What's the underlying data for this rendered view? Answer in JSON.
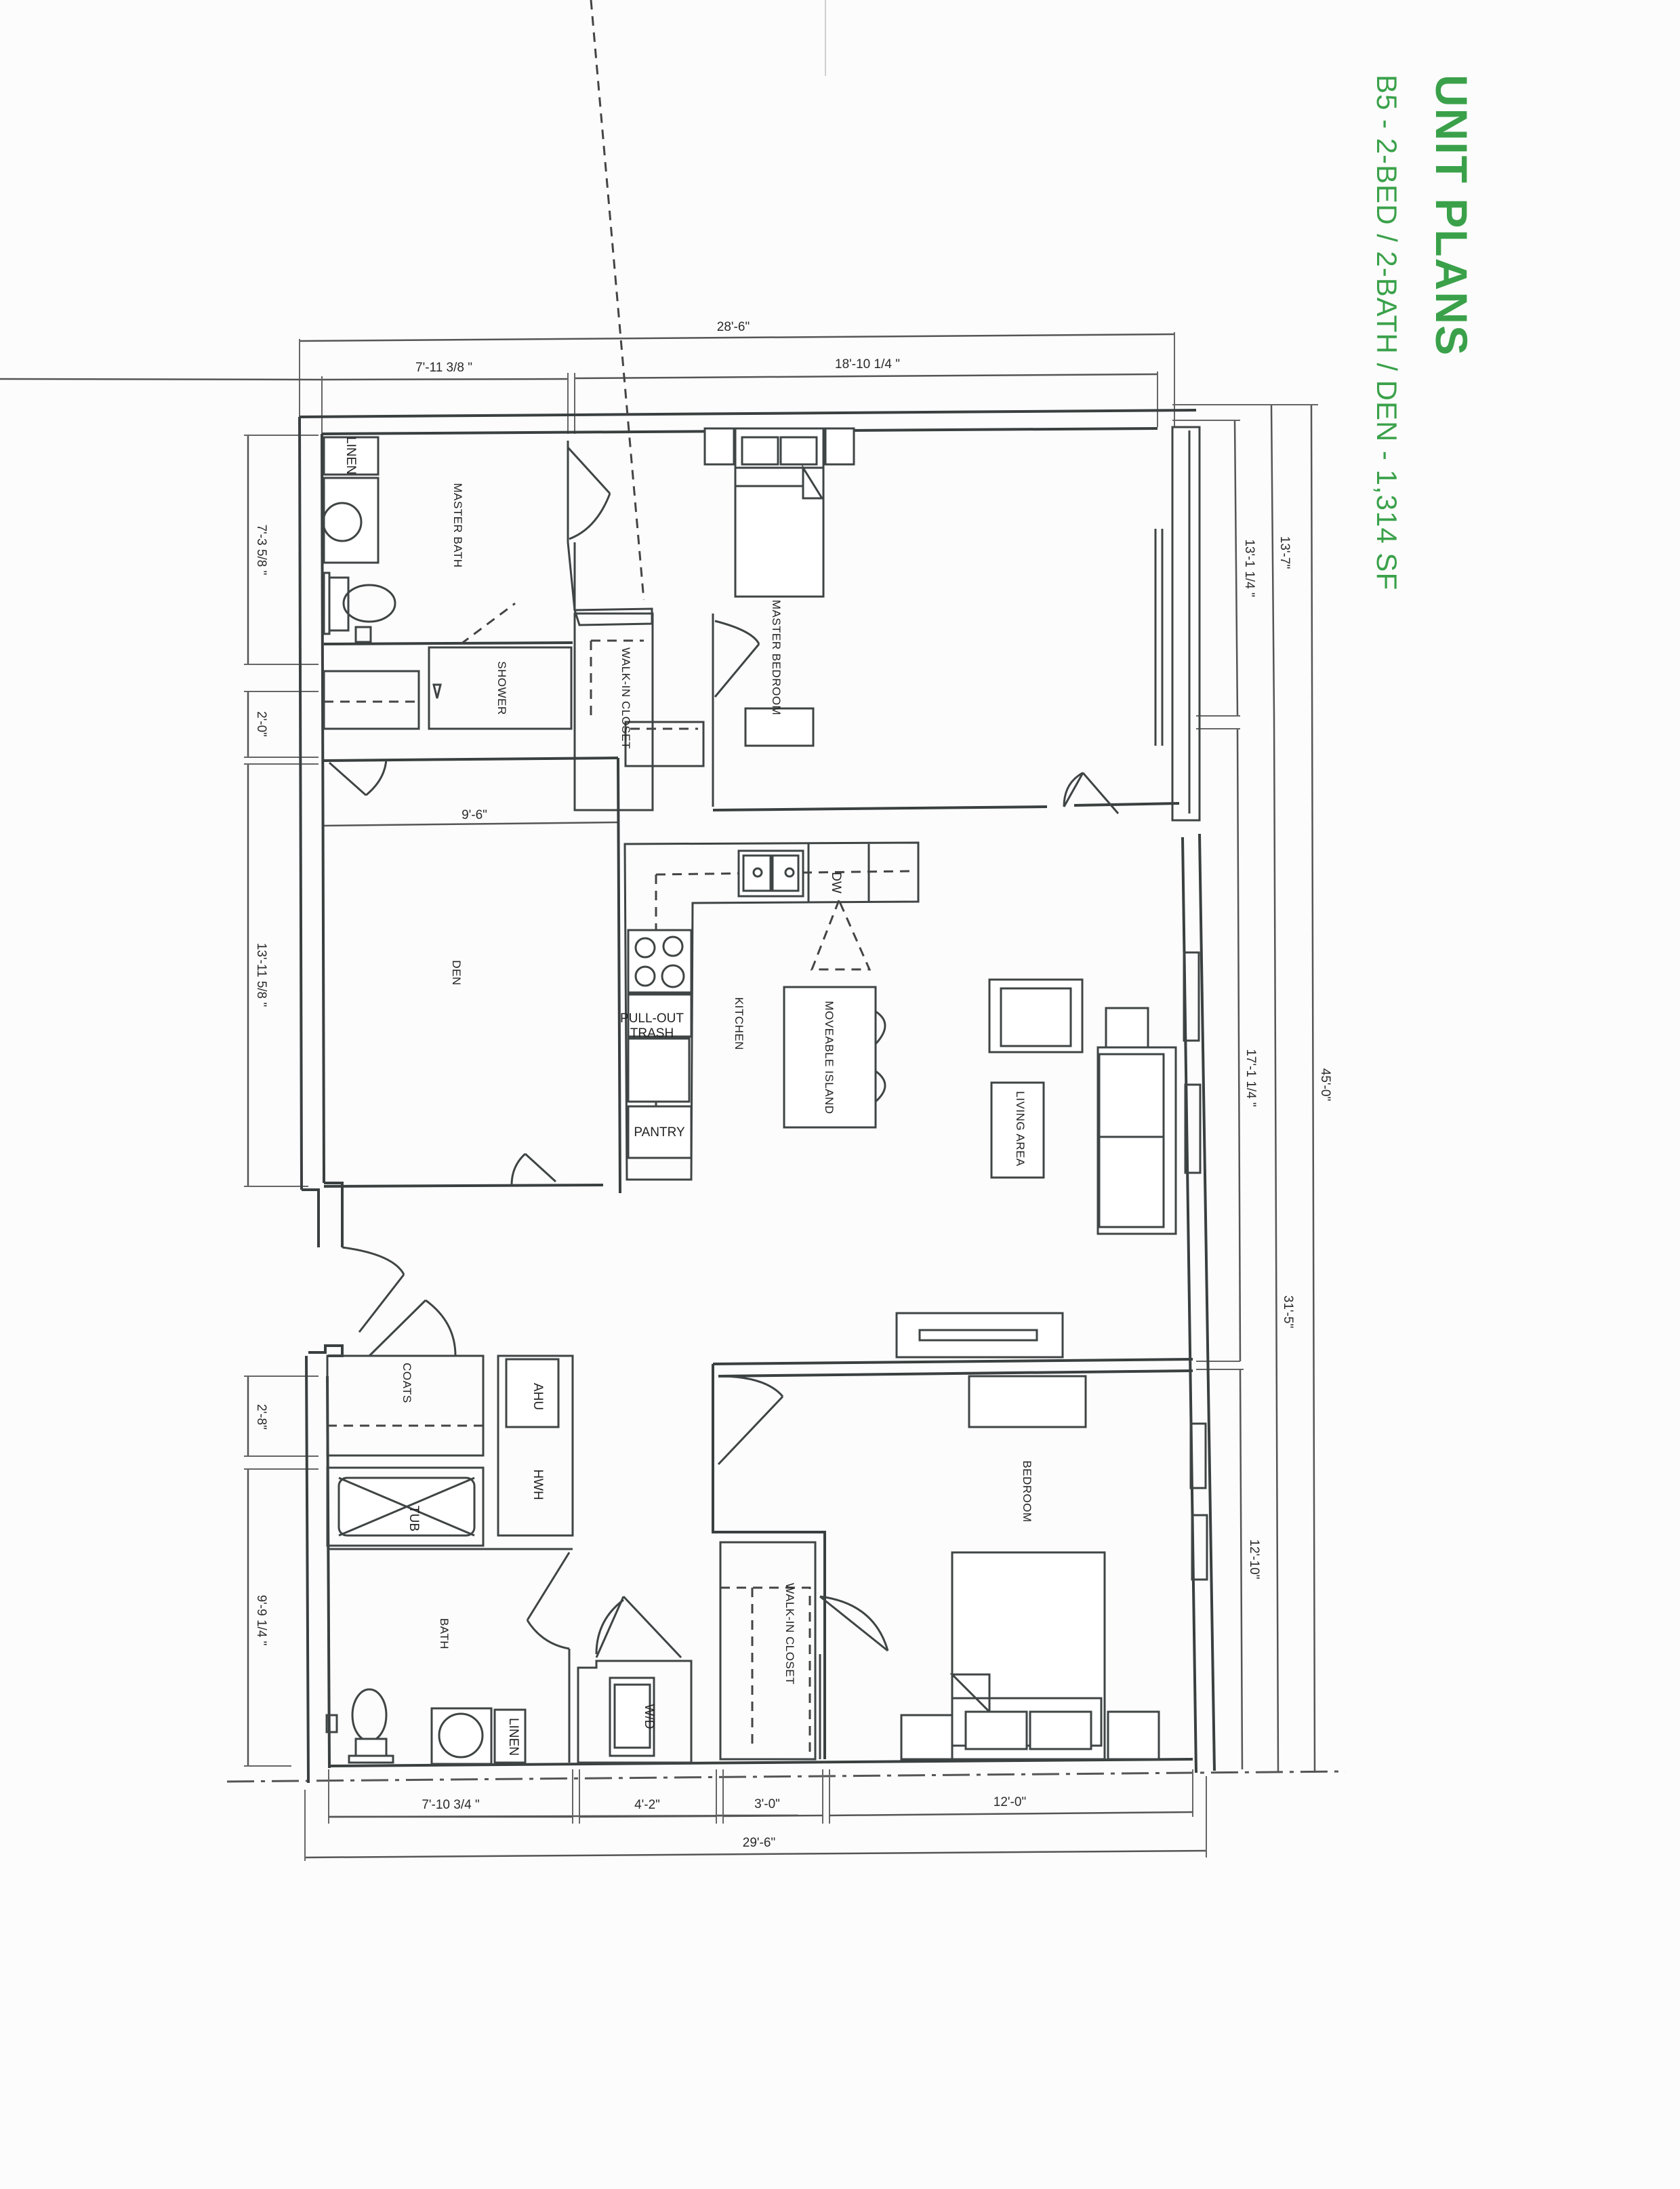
{
  "title": {
    "heading": "UNIT PLANS",
    "subheading": "B5 - 2-BED / 2-BATH / DEN - 1,314 SF",
    "color": "#3aa14a"
  },
  "plan": {
    "orientation": "rotated 90° clockwise",
    "rooms": {
      "master_bath": "MASTER BATH",
      "linen_top": "LINEN",
      "shower": "SHOWER",
      "walk_in_closet_master": "WALK-IN\nCLOSET",
      "master_bedroom": "MASTER BEDROOM",
      "den": "DEN",
      "kitchen": "KITCHEN",
      "dw": "DW",
      "pull_out_trash": "PULL-OUT\nTRASH",
      "pantry": "PANTRY",
      "moveable_island": "MOVEABLE ISLAND",
      "living_area": "LIVING\nAREA",
      "coats": "COATS",
      "ahu": "AHU",
      "hwh": "HWH",
      "tub": "TUB",
      "bath": "BATH",
      "linen_bottom": "LINEN",
      "wd": "W/D",
      "walk_in_closet_bedroom": "WALK-IN\nCLOSET",
      "bedroom": "BEDROOM"
    },
    "dimensions": {
      "top_overall": "28'-6\"",
      "top_left": "7'-11 3/8 \"",
      "top_right": "18'-10 1/4 \"",
      "left_master_bath": "7'-3 5/8 \"",
      "left_closet": "2'-0\"",
      "left_den": "13'-11 5/8 \"",
      "den_width": "9'-6\"",
      "left_coats": "2'-8\"",
      "left_bath": "9'-9 1/4 \"",
      "right_master_inner": "13'-1 1/4 \"",
      "right_master_outer": "13'-7\"",
      "right_living": "17'-1 1/4 \"",
      "right_bedroom": "12'-10\"",
      "right_lower_total": "31'-5\"",
      "right_overall": "45'-0\"",
      "bottom_bath": "7'-10 3/4 \"",
      "bottom_wd": "4'-2\"",
      "bottom_closet": "3'-0\"",
      "bottom_bedroom": "12'-0\"",
      "bottom_overall": "29'-6\""
    }
  }
}
